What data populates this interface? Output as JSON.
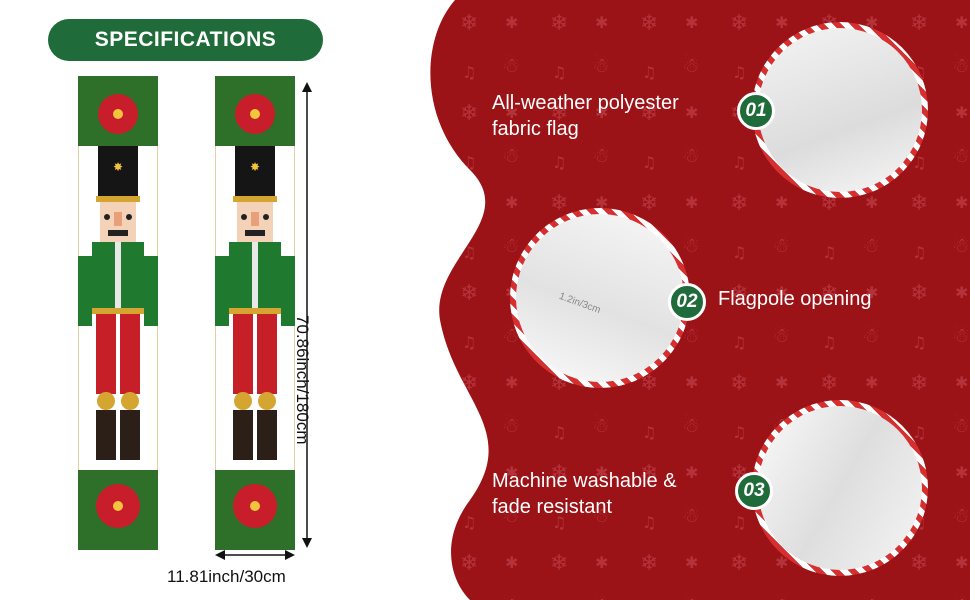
{
  "header": {
    "label": "SPECIFICATIONS"
  },
  "dimensions": {
    "height": "70.86inch/180cm",
    "width": "11.81inch/30cm"
  },
  "features": [
    {
      "number": "01",
      "text_lines": [
        "All-weather polyester",
        "fabric flag"
      ]
    },
    {
      "number": "02",
      "text_lines": [
        "Flagpole opening"
      ]
    },
    {
      "number": "03",
      "text_lines": [
        "Machine washable &",
        "fade resistant"
      ]
    }
  ],
  "detail_measure": "1.2in/3cm",
  "colors": {
    "accent_green": "#1f6b3a",
    "background_red": "#9b1217",
    "candy_stripe": "#d62f2f"
  }
}
